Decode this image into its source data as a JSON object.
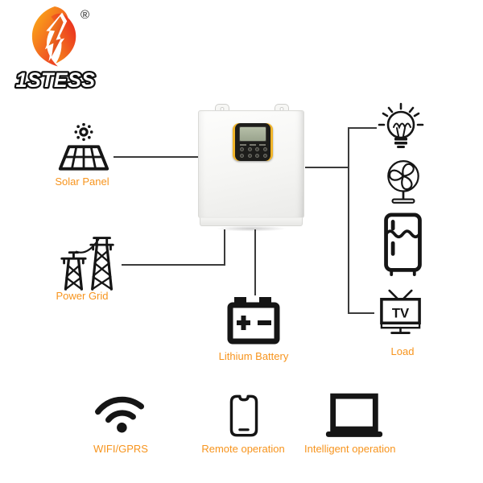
{
  "brand": {
    "logo_text": "1STESS",
    "registered_mark": "®",
    "logo_icon": "flame-logo-icon"
  },
  "colors": {
    "accent": "#F7941D",
    "connector": "#3B3B3B",
    "icon": "#151515",
    "flame_yellow": "#FDB515",
    "flame_orange": "#F26522",
    "flame_red": "#E8231F",
    "panel_yellow": "#F0B429",
    "lcd_green": "#A9B39B"
  },
  "diagram": {
    "sources": [
      {
        "id": "solar-panel",
        "label": "Solar Panel",
        "icon": "solar-panel-icon"
      },
      {
        "id": "power-grid",
        "label": "Power Grid",
        "icon": "power-grid-icon"
      }
    ],
    "inverter": {
      "name": "solar-inverter-unit"
    },
    "battery": {
      "label": "Lithium Battery",
      "icon": "car-battery-icon"
    },
    "loads": {
      "label": "Load",
      "items": [
        {
          "icon": "light-bulb-icon"
        },
        {
          "icon": "fan-icon"
        },
        {
          "icon": "refrigerator-icon"
        },
        {
          "icon": "tv-icon",
          "screen_text": "TV"
        }
      ]
    }
  },
  "features": [
    {
      "label": "WIFI/GPRS",
      "icon": "wifi-icon"
    },
    {
      "label": "Remote operation",
      "icon": "smartphone-icon"
    },
    {
      "label": "Intelligent operation",
      "icon": "laptop-icon"
    }
  ]
}
